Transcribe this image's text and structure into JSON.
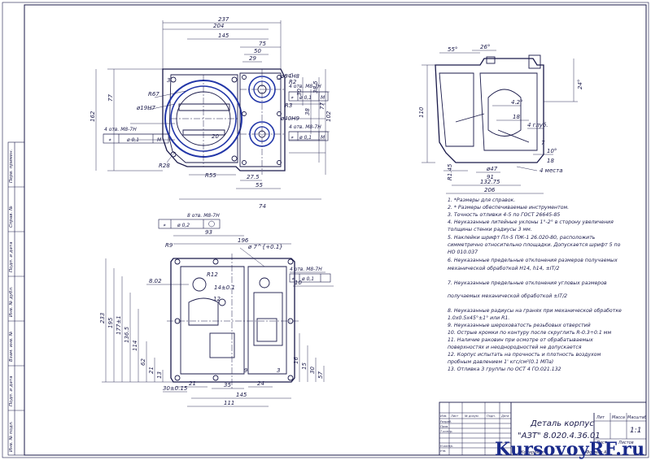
{
  "top_view": {
    "dims": {
      "w1": "237",
      "w2": "204",
      "w3": "145",
      "w4": "75",
      "w5": "50",
      "w6": "29",
      "h1": "162",
      "h2": "77",
      "h3": "102",
      "h4": "77",
      "h5": "38",
      "h6": "38.5",
      "h7": "30",
      "bot1": "27.5",
      "bot2": "55",
      "bot3": "74",
      "bot4": "R55",
      "d1": "ø54H8",
      "d2": "ø40H9",
      "d3": "ø19H7",
      "r1": "R67",
      "r2": "R28",
      "r3": "R3",
      "r4": "R2",
      "m20": "20",
      "m3": "3"
    },
    "thread_left": "4 отв. М8-7Н",
    "thread_mid": "4 отв. М8-7Н",
    "thread_lower": "4 отв. М8-7Н",
    "tol_pos": "⌖",
    "tol_val": "ø 0,1",
    "tol_m": "М"
  },
  "side_view": {
    "dims": {
      "a1": "55°",
      "a2": "26°",
      "h1": "110",
      "h2": "24°",
      "b1": "4.2°",
      "b2": "18",
      "b3": "4 глуб.",
      "c1": "10°",
      "c2": "18",
      "d1": "ø47",
      "d2": "91",
      "d3": "132.75",
      "d4": "206",
      "e1": "4 места",
      "e2": "R1.45",
      "e3": "7"
    }
  },
  "bottom_view": {
    "thread_top": "8 отв. М8-7Н",
    "thread_right": "4 отв. М8-7Н",
    "tol_val": "ø 0,2",
    "dims": {
      "t1": "93",
      "t2": "196",
      "t3": "R9",
      "t4": "ø 7^{+0.1}",
      "t5": "R12",
      "t6": "8.02",
      "t7": "14±0.1",
      "t8": "10",
      "t9": "12",
      "l1": "233",
      "l2": "195",
      "l3": "177±1",
      "l4": "136.5",
      "l5": "114",
      "l6": "62",
      "l7": "21",
      "l8": "13",
      "r1": "16",
      "r2": "15",
      "r3": "30",
      "r4": "57",
      "b1": "21",
      "b2": "35",
      "b3": "24",
      "b4": "145",
      "b5": "111",
      "b6": "30±0.15",
      "b7": "9",
      "b8": "3"
    }
  },
  "notes": [
    "1. *Размеры для справок.",
    "2. * Размеры обеспечиваемые инструментом.",
    "3. Точность отливки 4-5 по ГОСТ 26645-85",
    "4. Неуказанные литейные уклоны 1°-2° в сторону увеличения",
    "толщины стенки радиусы 3 мм.",
    "5. Наклейки шрифт Пл-5 ПЖ-1 26.020-80, расположить",
    "симметрично относительно площадки. Допускается шрифт 5 по",
    "НО 010.037",
    "6. Неуказанные предельные отклонения размеров получаемых",
    "механической обработкой Н14, h14, ±IT/2",
    "7. Неуказанные предельные отклонения угловых размеров",
    "получаемых механической обработкой ±IT/2",
    "8. Неуказанные радиусы на гранях при механической обработке",
    "1.0х0.5х45°±1° или R1.",
    "9. Неуказанные шероховатость резьбовых отверстий",
    "10. Острые кромки по контуру после скруглить R-0.3÷0.1 мм",
    "11. Наличие раковин при осмотре от обрабатываемых",
    "поверхностях и неоднородностей не допускается",
    "12. Корпус испытать на прочность и плотность воздухом",
    "пробным давлением 1' кгс/см²(0.1 МПа)",
    "13. Отливка 3 группы по ОСТ 4 ГО.021.132"
  ],
  "title_block": {
    "title1": "Деталь корпус",
    "title2": "\"АЗТ\" 8.020.4.36.01",
    "sheet_label": "Лит",
    "mass_label": "Масса",
    "scale_label": "Масштаб",
    "scale_value": "1:1",
    "sheet_no": "Лист",
    "sheets_label": "Листов",
    "format_label": "Формат",
    "format_value": "А3",
    "copied_label": "Копировал",
    "rows": [
      "Изм.",
      "Лист",
      "№ докум.",
      "Подп.",
      "Дата"
    ],
    "roles": [
      "Разраб.",
      "Пров.",
      "Т.контр.",
      "",
      "Н.контр.",
      "Утв."
    ]
  },
  "side_strip": [
    "Перв. примен.",
    "Справ. №",
    "Подп. и дата",
    "Инв. № дубл.",
    "Взам. инв. №",
    "Подп. и дата",
    "Инв. № подл."
  ],
  "watermark": "KursovoyRF.ru"
}
